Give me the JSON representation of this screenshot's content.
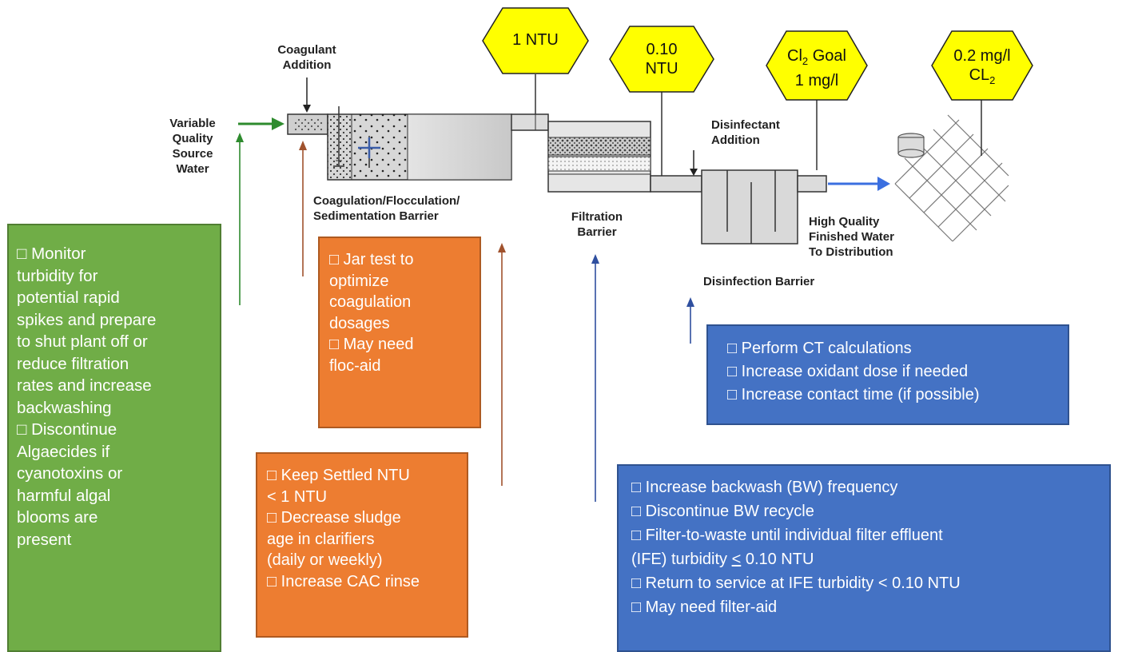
{
  "diagram": {
    "labels": {
      "coagulant": [
        "Coagulant",
        "Addition"
      ],
      "source": [
        "Variable",
        "Quality",
        "Source",
        "Water"
      ],
      "coag_barrier": [
        "Coagulation/Flocculation/",
        "Sedimentation Barrier"
      ],
      "filtration_barrier": [
        "Filtration",
        "Barrier"
      ],
      "disinfectant": [
        "Disinfectant",
        "Addition"
      ],
      "finished": [
        "High Quality",
        "Finished Water",
        "To Distribution"
      ],
      "disinfection_barrier": "Disinfection Barrier"
    },
    "hexagons": {
      "h1": [
        "1 NTU"
      ],
      "h2": [
        "0.10",
        "NTU"
      ],
      "h3_line1_main": "Cl",
      "h3_line1_sub": "2",
      "h3_line1_rest": " Goal",
      "h3_line2": "1 mg/l",
      "h4_line1": "0.2 mg/l",
      "h4_line2_main": "CL",
      "h4_line2_sub": "2"
    },
    "colors": {
      "green": "#70ad47",
      "orange": "#ed7d31",
      "blue": "#4472c4",
      "hexagon": "#ffff00",
      "source_arrow": "#2e8b2e",
      "finished_arrow": "#3b6fe0",
      "orange_arrow": "#a0522d",
      "blue_arrow": "#2f4f9f"
    }
  },
  "boxes": {
    "green": [
      "□ Monitor",
      "turbidity for",
      "potential rapid",
      "spikes and prepare",
      "to shut plant off or",
      "reduce filtration",
      "rates and increase",
      "backwashing",
      "□ Discontinue",
      "Algaecides if",
      "cyanotoxins or",
      "harmful algal",
      "blooms are",
      "present"
    ],
    "orange_top": [
      "□ Jar test to",
      "optimize",
      "coagulation",
      "dosages",
      "□ May need",
      "floc-aid"
    ],
    "orange_bottom": [
      "□ Keep Settled NTU",
      "< 1 NTU",
      "□ Decrease sludge",
      "age in clarifiers",
      "(daily or weekly)",
      "□ Increase CAC rinse"
    ],
    "blue_top": [
      "□ Perform CT calculations",
      "□ Increase oxidant dose if needed",
      "□ Increase contact time (if possible)"
    ],
    "blue_bottom": {
      "l1": "□ Increase backwash (BW) frequency",
      "l2": "□ Discontinue BW recycle",
      "l3": "□ Filter-to-waste until individual filter effluent",
      "l4_a": "(IFE) turbidity ",
      "l4_u": "<",
      "l4_b": " 0.10 NTU",
      "l5": "□ Return to service at IFE turbidity < 0.10 NTU",
      "l6": "□ May need filter-aid"
    }
  }
}
